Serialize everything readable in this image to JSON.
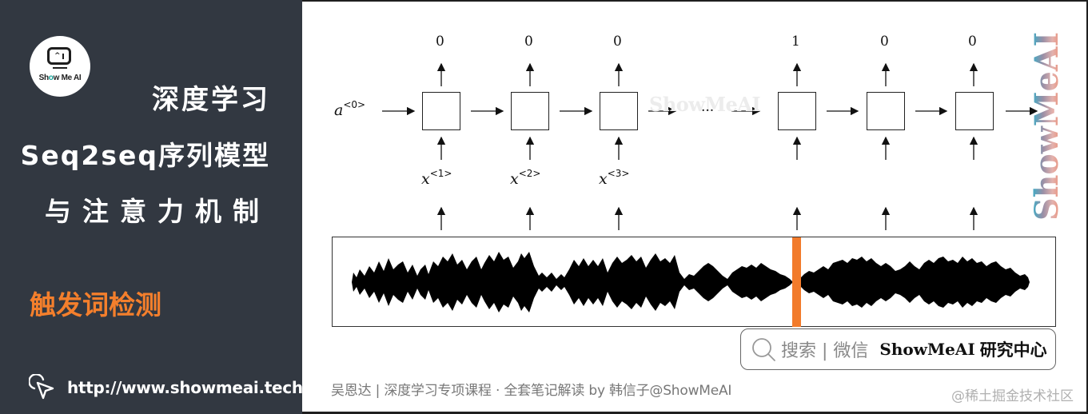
{
  "sidebar": {
    "logo_text": "Show Me AI",
    "course_title_line1": "深度学习",
    "course_title_line2": "Seq2seq序列模型",
    "course_title_line3": "与注意力机制",
    "section_title": "触发词检测",
    "url": "http://www.showmeai.tech/",
    "accent_color": "#f47f2c",
    "background_color": "#323841"
  },
  "diagram": {
    "initial_activation": "a",
    "initial_activation_sup": "<0>",
    "outputs": [
      "0",
      "0",
      "0",
      "1",
      "0",
      "0"
    ],
    "inputs": [
      {
        "base": "x",
        "sup": "<1>"
      },
      {
        "base": "x",
        "sup": "<2>"
      },
      {
        "base": "x",
        "sup": "<3>"
      }
    ],
    "ellipsis": "...",
    "center_watermark": "ShowMeAI",
    "vertical_brand": "ShowMeAI",
    "trigger_marker_color": "#f27b2b"
  },
  "search_box": {
    "prefix": "搜索 | 微信",
    "brand": "ShowMeAI",
    "suffix": "研究中心"
  },
  "footer": {
    "credit": "吴恩达 | 深度学习专项课程 · 全套笔记解读  by 韩信子@ShowMeAI",
    "watermark": "@稀土掘金技术社区"
  }
}
